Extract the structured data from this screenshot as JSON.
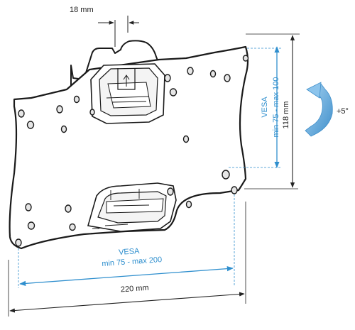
{
  "colors": {
    "outline": "#1a1a1a",
    "dimension_line": "#222222",
    "vesa_accent": "#2f8fce",
    "tilt_arrow_light": "#a9d4f2",
    "tilt_arrow_dark": "#3f8fcb",
    "hole_fill": "#e6e6e6"
  },
  "dimensions": {
    "offset": "18 mm",
    "height": "118 mm",
    "width": "220 mm"
  },
  "vesa_vertical": {
    "line1": "VESA",
    "line2": "min 75 - max 100"
  },
  "vesa_horizontal": {
    "line1": "VESA",
    "line2": "min 75 - max 200"
  },
  "tilt": {
    "label": "+5°",
    "icon": "curved-tilt-arrow"
  }
}
